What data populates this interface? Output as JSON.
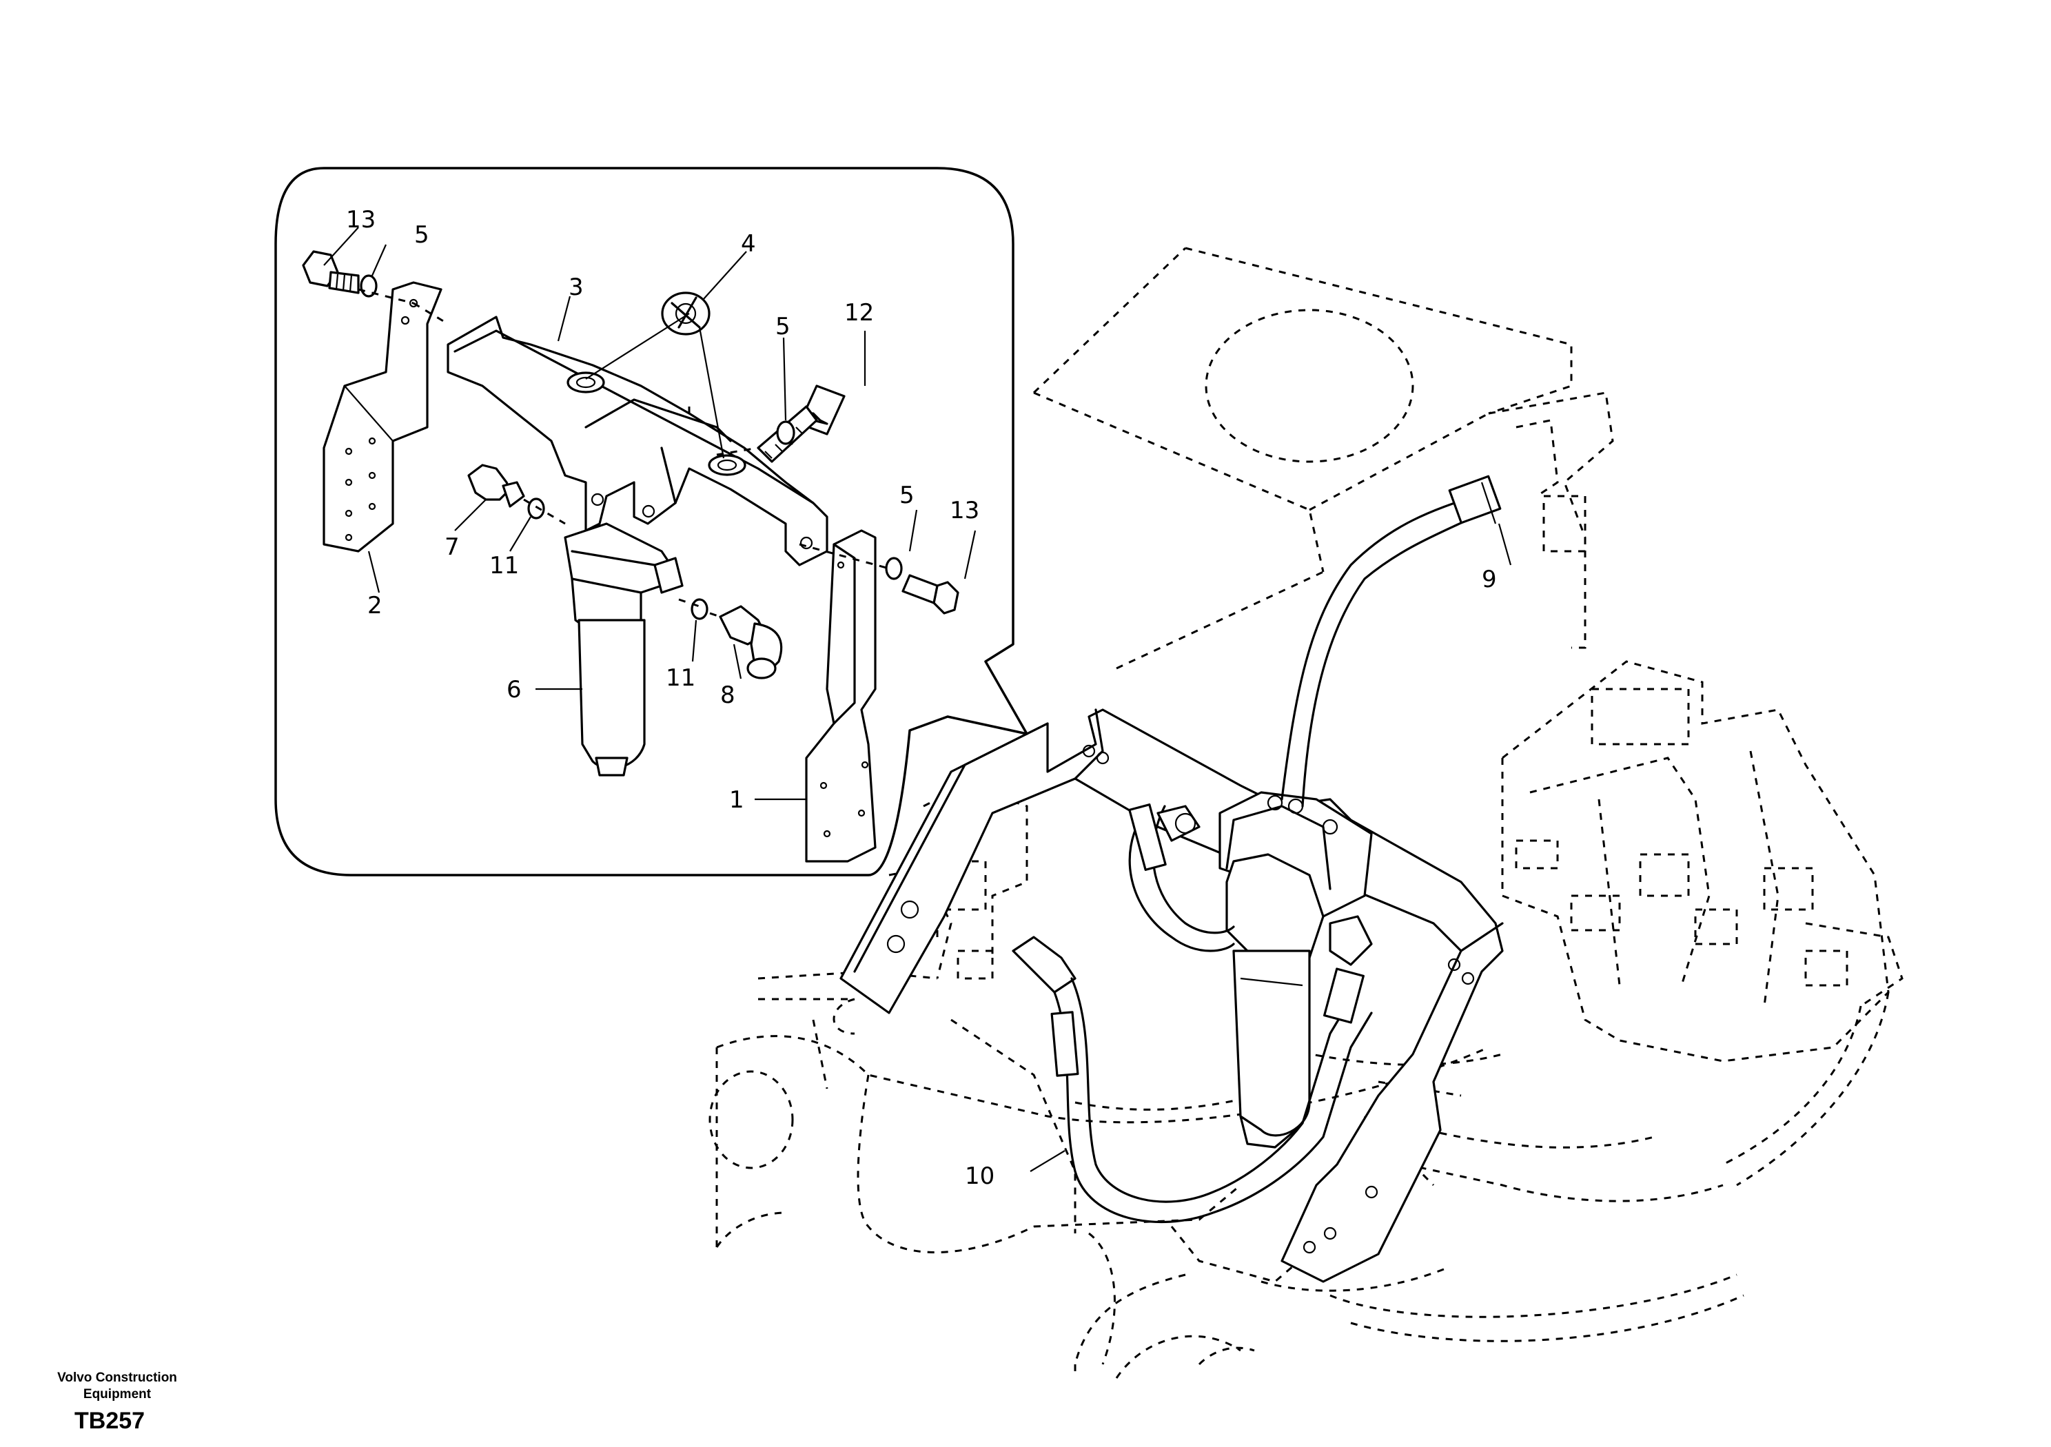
{
  "diagram": {
    "callouts": [
      {
        "id": "p13a",
        "label": "13"
      },
      {
        "id": "p5a",
        "label": "5"
      },
      {
        "id": "p3",
        "label": "3"
      },
      {
        "id": "p4",
        "label": "4"
      },
      {
        "id": "p5b",
        "label": "5"
      },
      {
        "id": "p12",
        "label": "12"
      },
      {
        "id": "p7",
        "label": "7"
      },
      {
        "id": "p11a",
        "label": "11"
      },
      {
        "id": "p2",
        "label": "2"
      },
      {
        "id": "p5c",
        "label": "5"
      },
      {
        "id": "p13b",
        "label": "13"
      },
      {
        "id": "p6",
        "label": "6"
      },
      {
        "id": "p11b",
        "label": "11"
      },
      {
        "id": "p8",
        "label": "8"
      },
      {
        "id": "p1",
        "label": "1"
      },
      {
        "id": "p9",
        "label": "9"
      },
      {
        "id": "p10",
        "label": "10"
      }
    ]
  },
  "footer": {
    "brand_line1": "Volvo Construction",
    "brand_line2": "Equipment",
    "code": "TB257"
  }
}
